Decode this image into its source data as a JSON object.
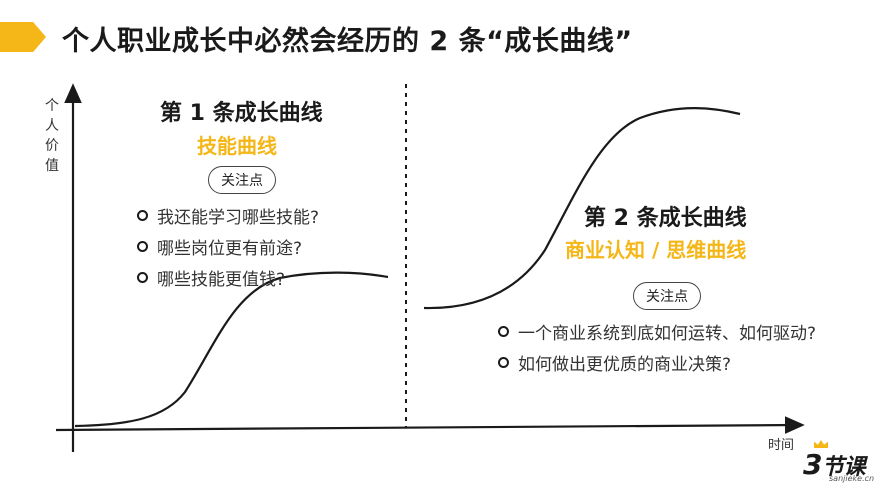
{
  "title": "个人职业成长中必然会经历的 2 条“成长曲线”",
  "axes": {
    "y_label": "个人价值",
    "x_label": "时间"
  },
  "curve1": {
    "title": "第 1 条成长曲线",
    "subtitle": "技能曲线",
    "tag": "关注点",
    "questions": [
      "我还能学习哪些技能?",
      "哪些岗位更有前途?",
      "哪些技能更值钱?"
    ]
  },
  "curve2": {
    "title": "第 2 条成长曲线",
    "subtitle": "商业认知 / 思维曲线",
    "tag": "关注点",
    "questions": [
      "一个商业系统到底如何运转、如何驱动?",
      "如何做出更优质的商业决策?"
    ]
  },
  "logo": {
    "number": "3",
    "name": "节课",
    "url": "sanjieke.cn"
  },
  "colors": {
    "accent": "#f5b617",
    "ink": "#1a1a1a"
  }
}
